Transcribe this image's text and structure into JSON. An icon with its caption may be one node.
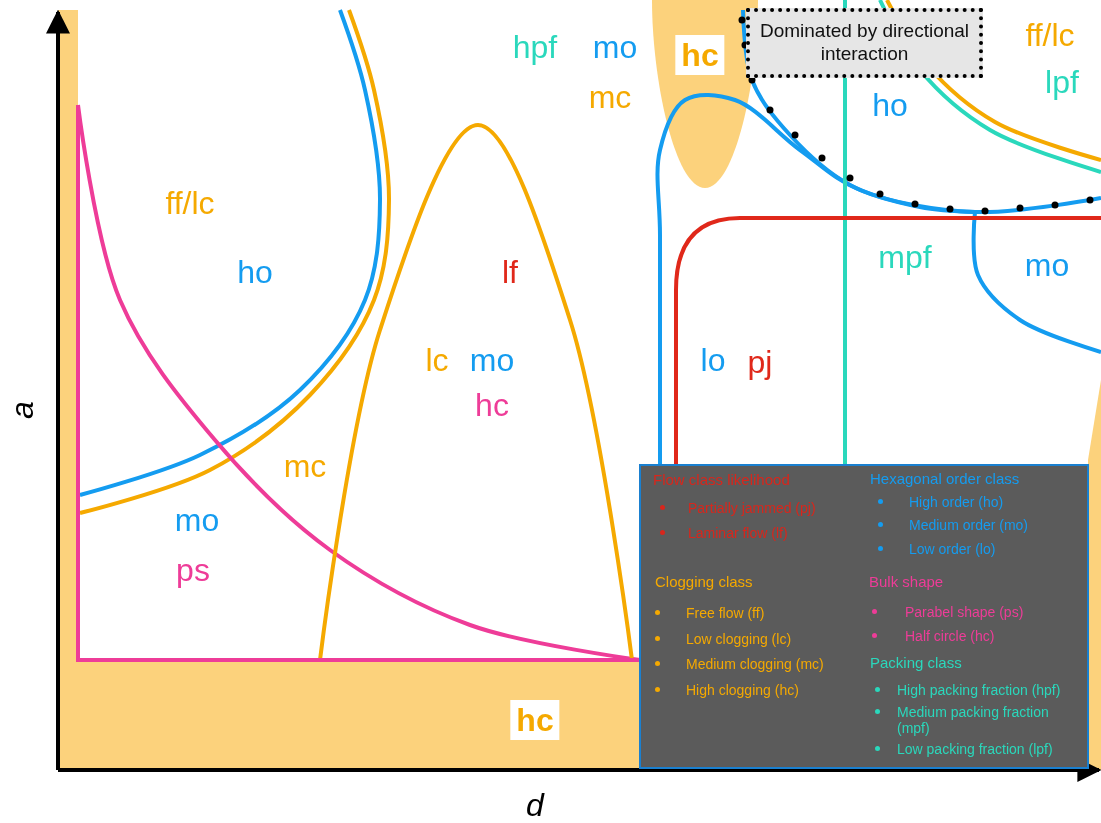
{
  "diagram": {
    "nodes": [
      {
        "text": [
          "Dominated by directional interaction"
        ]
      }
    ],
    "labels": [
      "hpf",
      "mo",
      "hc",
      "ff/lc",
      "mc",
      "lpf",
      "ho",
      "ff/lc",
      "ho",
      "lf",
      "mpf",
      "mo",
      "lc",
      "mo",
      "lo",
      "pj",
      "hc",
      "mc",
      "mo",
      "ps",
      "hc",
      "a",
      "d",
      "Flow class likelihood",
      "Hexagonal order class",
      "Clogging class",
      "Bulk shape",
      "Packing class"
    ],
    "legend": [
      {
        "text": "Partially jammed (pj)",
        "color": "#d8261c"
      },
      {
        "text": "Laminar flow (lf)",
        "color": "#d8261c"
      },
      {
        "text": "High order (ho)",
        "color": "#149cf0"
      },
      {
        "text": "Medium order (mo)",
        "color": "#149cf0"
      },
      {
        "text": "Low order (lo)",
        "color": "#149cf0"
      },
      {
        "text": "Free flow (ff)",
        "color": "#f5a900"
      },
      {
        "text": "Low clogging (lc)",
        "color": "#f5a900"
      },
      {
        "text": "Medium clogging (mc)",
        "color": "#f5a900"
      },
      {
        "text": "High clogging (hc)",
        "color": "#f5a900"
      },
      {
        "text": "Parabel shape (ps)",
        "color": "#ee3c98"
      },
      {
        "text": "Half circle (hc)",
        "color": "#ee3c98"
      },
      {
        "text": "High packing fraction (hpf)",
        "color": "#2ad8bc"
      },
      {
        "text": "Medium packing fraction (mpf)",
        "color": "#2ad8bc"
      },
      {
        "text": "Low packing fraction (lpf)",
        "color": "#2ad8bc"
      }
    ]
  }
}
